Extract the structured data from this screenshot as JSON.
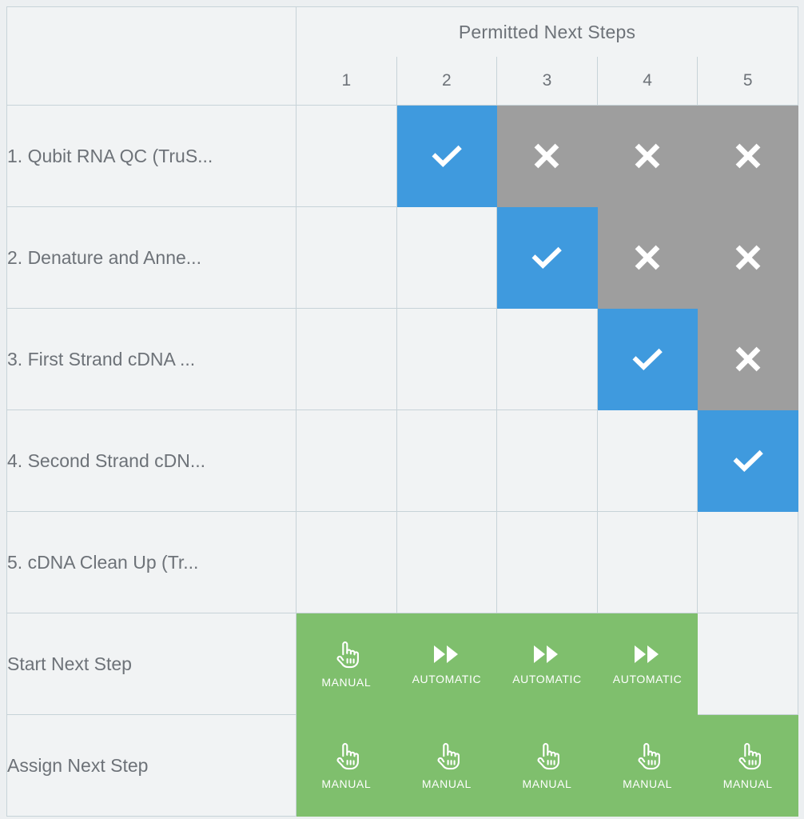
{
  "header": {
    "group_title": "Permitted Next Steps",
    "column_numbers": [
      "1",
      "2",
      "3",
      "4",
      "5"
    ]
  },
  "colors": {
    "allowed": "#3f9ade",
    "blocked": "#9e9e9e",
    "action": "#7fbf6d",
    "cell_background": "#f1f3f4",
    "border": "#c7d3d8",
    "text": "#6d7278"
  },
  "icons": {
    "allowed": "check-icon",
    "blocked": "cross-icon",
    "manual": "pointing-hand-icon",
    "automatic": "fast-forward-icon"
  },
  "rows": [
    {
      "label": "1. Qubit RNA QC (TruS...",
      "cells": [
        "empty",
        "allowed",
        "blocked",
        "blocked",
        "blocked"
      ]
    },
    {
      "label": "2. Denature and Anne...",
      "cells": [
        "empty",
        "empty",
        "allowed",
        "blocked",
        "blocked"
      ]
    },
    {
      "label": "3. First Strand cDNA ...",
      "cells": [
        "empty",
        "empty",
        "empty",
        "allowed",
        "blocked"
      ]
    },
    {
      "label": "4. Second Strand cDN...",
      "cells": [
        "empty",
        "empty",
        "empty",
        "empty",
        "allowed"
      ]
    },
    {
      "label": "5. cDNA Clean Up (Tr...",
      "cells": [
        "empty",
        "empty",
        "empty",
        "empty",
        "empty"
      ]
    }
  ],
  "action_rows": [
    {
      "label": "Start Next Step",
      "cells": [
        {
          "mode": "manual",
          "caption": "MANUAL"
        },
        {
          "mode": "automatic",
          "caption": "AUTOMATIC"
        },
        {
          "mode": "automatic",
          "caption": "AUTOMATIC"
        },
        {
          "mode": "automatic",
          "caption": "AUTOMATIC"
        },
        {
          "mode": "none",
          "caption": ""
        }
      ]
    },
    {
      "label": "Assign Next Step",
      "cells": [
        {
          "mode": "manual",
          "caption": "MANUAL"
        },
        {
          "mode": "manual",
          "caption": "MANUAL"
        },
        {
          "mode": "manual",
          "caption": "MANUAL"
        },
        {
          "mode": "manual",
          "caption": "MANUAL"
        },
        {
          "mode": "manual",
          "caption": "MANUAL"
        }
      ]
    }
  ]
}
